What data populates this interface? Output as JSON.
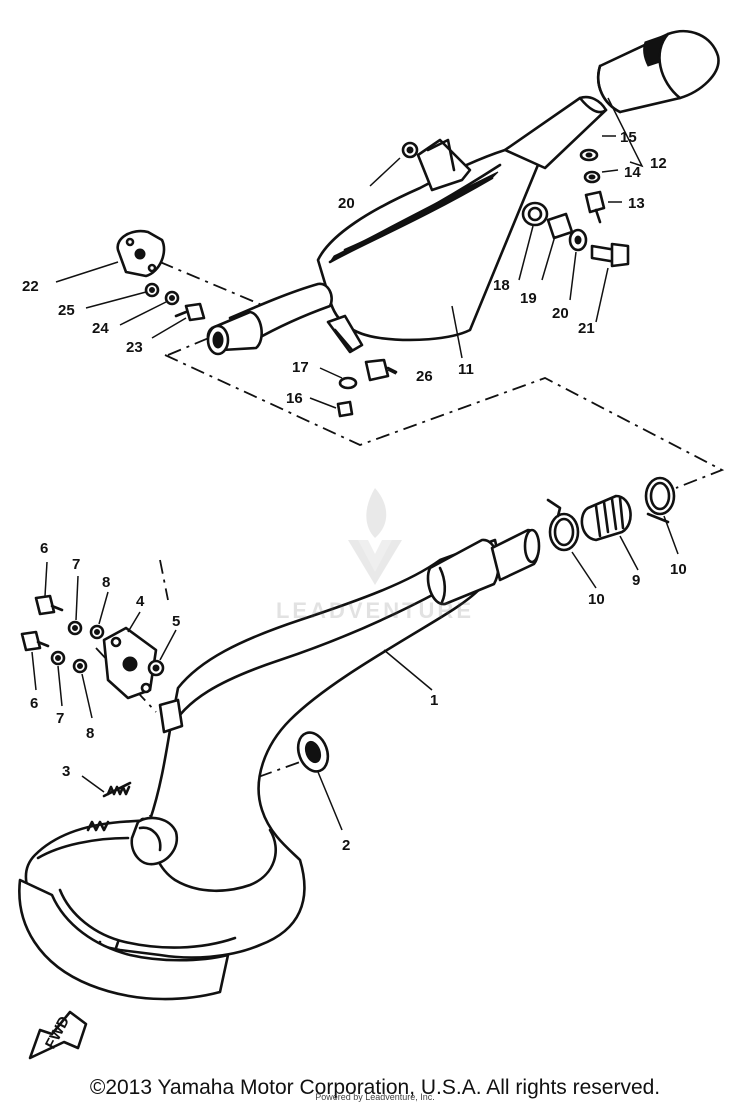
{
  "diagram": {
    "callouts": {
      "c1": "1",
      "c2": "2",
      "c3": "3",
      "c4": "4",
      "c5": "5",
      "c6a": "6",
      "c6b": "6",
      "c7a": "7",
      "c7b": "7",
      "c8a": "8",
      "c8b": "8",
      "c9": "9",
      "c10a": "10",
      "c10b": "10",
      "c11": "11",
      "c12": "12",
      "c13": "13",
      "c14": "14",
      "c15": "15",
      "c16": "16",
      "c17": "17",
      "c18": "18",
      "c19": "19",
      "c20a": "20",
      "c20b": "20",
      "c21": "21",
      "c22": "22",
      "c23": "23",
      "c24": "24",
      "c25": "25",
      "c26": "26"
    },
    "direction_marker": "FWD"
  },
  "watermark": {
    "text": "LEADVENTURE"
  },
  "footer": {
    "copyright": "©2013 Yamaha Motor Corporation, U.S.A. All rights reserved.",
    "sub_credit": "Powered by Leadventure, Inc."
  }
}
